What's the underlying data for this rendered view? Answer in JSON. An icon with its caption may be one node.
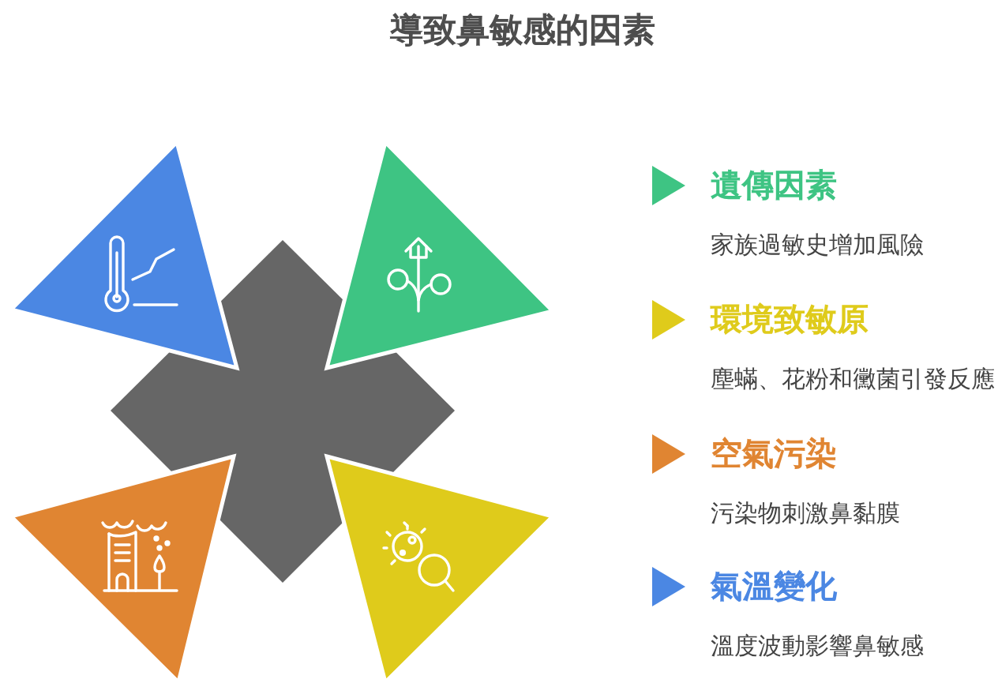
{
  "diagram": {
    "title": "導致鼻敏感的因素",
    "labels": [
      "家族過敏史增加風險",
      "塵蟎、花粉和黴菌引發反應",
      "污染物刺激鼻黏膜",
      "溫度波動影響鼻敏感"
    ],
    "legend": [
      {
        "text": "遺傳因素",
        "color": "#3ec483"
      },
      {
        "text": "環境致敏原",
        "color": "#dfcb1b"
      },
      {
        "text": "空氣污染",
        "color": "#e08532"
      },
      {
        "text": "氣溫變化",
        "color": "#4b87e3"
      }
    ]
  }
}
